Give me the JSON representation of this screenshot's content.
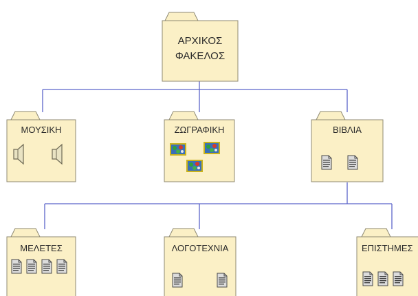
{
  "diagram": {
    "root": {
      "line1": "ΑΡΧΙΚΟΣ",
      "line2": "ΦΑΚΕΛΟΣ"
    },
    "folders": {
      "music": {
        "label": "ΜΟΥΣΙΚΗ",
        "file_icon": "speaker-icon"
      },
      "painting": {
        "label": "ΖΩΓΡΑΦΙΚΗ",
        "file_icon": "picture-icon"
      },
      "books": {
        "label": "ΒΙΒΛΙΑ",
        "file_icon": "document-icon"
      },
      "studies": {
        "label": "ΜΕΛΕΤΕΣ",
        "file_icon": "document-icon"
      },
      "literature": {
        "label": "ΛΟΓΟΤΕΧΝΙΑ",
        "file_icon": "document-icon"
      },
      "sciences": {
        "label": "ΕΠΙΣΤΗΜΕΣ",
        "file_icon": "document-icon"
      }
    },
    "colors": {
      "folder_fill": "#fbf0c6",
      "folder_outline": "#8f8a73",
      "connector": "#5b63c9"
    }
  }
}
